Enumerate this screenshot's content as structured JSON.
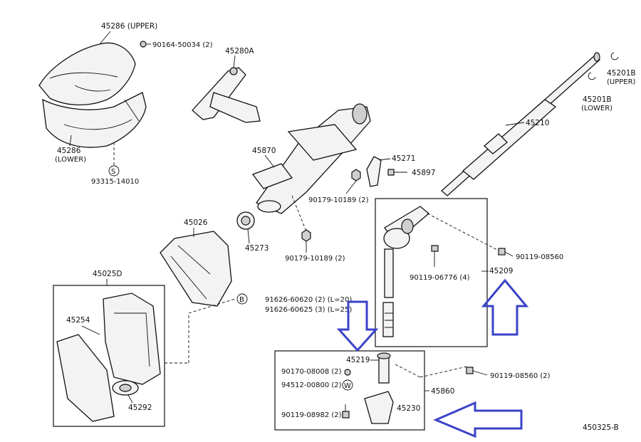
{
  "labels": {
    "p45286_upper": "45286 (UPPER)",
    "p90164": "90164-50034 (2)",
    "p45280a": "45280A",
    "p45286_lower_num": "45286",
    "p45286_lower_txt": "(LOWER)",
    "p93315": "93315-14010",
    "p45201b_upper_num": "45201B",
    "p45201b_upper_txt": "(UPPER)",
    "p45201b_lower_num": "45201B",
    "p45201b_lower_txt": "(LOWER)",
    "p45210": "45210",
    "p45870": "45870",
    "p45271": "45271",
    "p45897": "45897",
    "p90179_a": "90179-10189 (2)",
    "p45026": "45026",
    "p45273": "45273",
    "p90179_b": "90179-10189 (2)",
    "p90119_08560": "90119-08560",
    "p90119_06776": "90119-06776 (4)",
    "p45209": "45209",
    "p45025d": "45025D",
    "p91626_60620": "91626-60620 (2) (L=20)",
    "p91626_60625": "91626-60625 (3) (L=25)",
    "p45254": "45254",
    "p45292": "45292",
    "p45219": "45219",
    "p90170": "90170-08008 (2)",
    "p94512": "94512-00800 (2)",
    "p90119_08982": "90119-08982 (2)",
    "p45230": "45230",
    "p45860": "45860",
    "p90119_08560_2": "90119-08560 (2)",
    "diagram_id": "450325-B"
  },
  "symbols": {
    "s_mark": "S",
    "b_mark": "B",
    "w_mark": "W"
  },
  "colors": {
    "line": "#111111",
    "arrow": "#3a43c8",
    "background": "#ffffff"
  }
}
